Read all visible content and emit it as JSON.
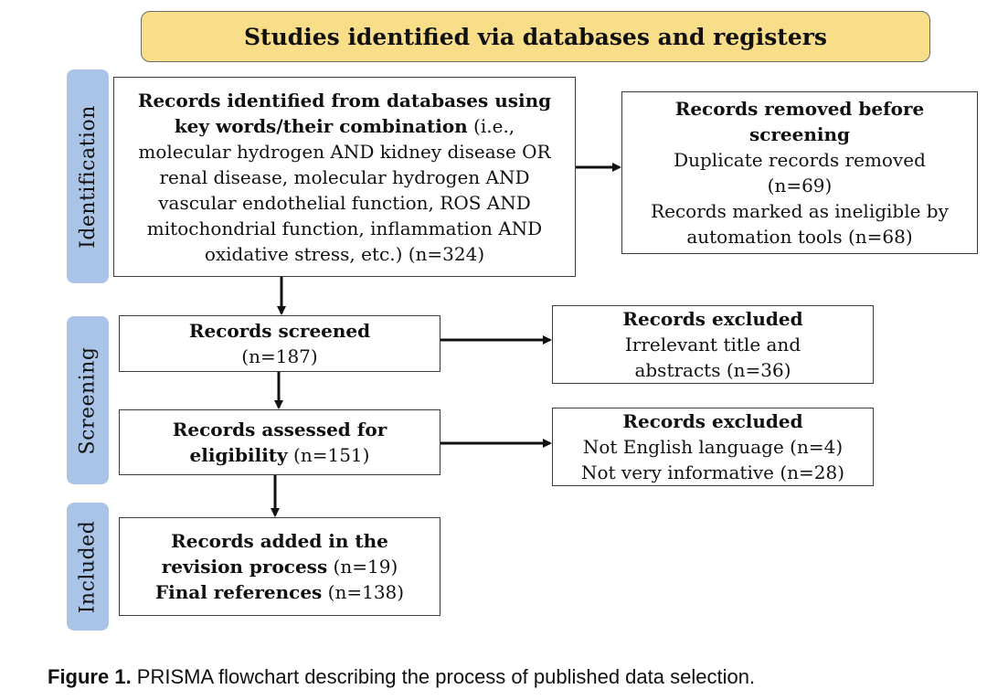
{
  "header": "Studies identified via databases and registers",
  "phases": {
    "identification": "Identification",
    "screening": "Screening",
    "included": "Included"
  },
  "identified": {
    "bold": "Records identified from databases using key words/their combination",
    "rest": " (i.e., molecular hydrogen AND kidney disease OR renal disease, molecular hydrogen AND vascular endothelial function, ROS AND mitochondrial  function, inflammation AND oxidative  stress, etc.) (n=324)"
  },
  "removed": {
    "title": "Records removed before screening",
    "line1": "Duplicate records removed (n=69)",
    "line2": "Records marked as ineligible by automation tools (n=68)"
  },
  "screened": {
    "bold": "Records screened",
    "rest": "(n=187)"
  },
  "excluded1": {
    "title": "Records excluded",
    "line1": "Irrelevant title and abstracts (n=36)"
  },
  "assessed": {
    "bold": "Records assessed for eligibility",
    "rest": " (n=151)"
  },
  "excluded2": {
    "title": "Records excluded",
    "line1": "Not English language (n=4)",
    "line2": "Not very informative (n=28)"
  },
  "included": {
    "bold1": "Records added in the revision process",
    "rest1": " (n=19)",
    "bold2": "Final references",
    "rest2": " (n=138)"
  },
  "caption": {
    "label": "Figure 1.",
    "text": " PRISMA flowchart describing the process of published data selection."
  },
  "colors": {
    "header_fill": "#f9de8a",
    "phase_fill": "#a9c4e6"
  }
}
